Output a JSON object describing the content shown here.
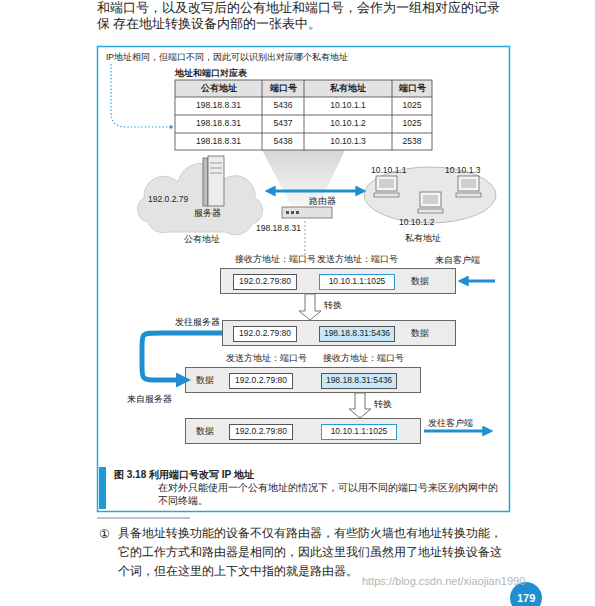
{
  "diagram": {
    "caption": "图 3.18 利用端口号改写 IP 地址",
    "nodes": [
      {
        "text": [
          "192.0.2.79",
          "服务器",
          "公有地址"
        ]
      },
      {
        "text": [
          "10.10.1.1",
          "10.10.1.3",
          "10.10.1.2",
          "私有地址"
        ]
      },
      {
        "text": [
          "接收方地址：端口号",
          "发送方地址：端口号",
          "来自客户端",
          "数据"
        ]
      },
      {
        "text": [
          "192.0.2.79:80"
        ],
        "in": 2
      },
      {
        "text": [
          "10.10.1.1:1025"
        ],
        "in": 2
      },
      {
        "text": [
          "发往服务器",
          "数据"
        ]
      },
      {
        "text": [
          "192.0.2.79:80"
        ],
        "in": 5
      },
      {
        "text": [
          "198.18.8.31:5436"
        ],
        "in": 5
      },
      {
        "text": [
          "发送方地址：端口号",
          "接收方地址：端口号",
          "数据"
        ]
      },
      {
        "text": [
          "192.0.2.79:80"
        ],
        "in": 8
      },
      {
        "text": [
          "198.18.8.31:5436"
        ],
        "in": 8
      },
      {
        "text": [
          "发往客户端",
          "数据"
        ]
      },
      {
        "text": [
          "192.0.2.79:80"
        ],
        "in": 11
      },
      {
        "text": [
          "10.10.1.1:1025"
        ],
        "in": 11
      }
    ],
    "edges": [
      {
        "from": 0,
        "to": 1,
        "arrow": "both"
      },
      {
        "from": 2,
        "to": 5,
        "label": "转换",
        "arrow": "to"
      },
      {
        "from": 5,
        "to": 8,
        "label": "来自服务器",
        "arrow": "to"
      },
      {
        "from": 8,
        "to": 11,
        "label": "转换",
        "arrow": "to"
      }
    ],
    "labels": [
      "和端口号，以及改写后的公有地址和端口号，会作为一组相对应的记录保 存在地址转换设备内部的一张表中。",
      "IP地址相同，但端口不同，因此可以识别出对应哪个私有地址",
      "地址和端口对应表",
      "公有地址",
      "端口号",
      "私有地址",
      "端口号",
      "198.18.8.31",
      "5436",
      "10.10.1.1",
      "1025",
      "198.18.8.31",
      "5437",
      "10.10.1.2",
      "1025",
      "198.18.8.31",
      "5438",
      "10.10.1.3",
      "2538",
      "路由器",
      "198.18.8.31",
      "在对外只能使用一个公有地址的情况下，可以用不同的端口号来区别内网中的 不同终端。",
      "①",
      "具备地址转换功能的设备不仅有路由器，有些防火墙也有地址转换功能， 它的工作方式和路由器是相同的，因此这里我们虽然用了地址转换设备这 个词，但在这里的上下文中指的就是路由器。",
      "https://blog.csdn.net/xiaojian1990",
      "179"
    ]
  }
}
